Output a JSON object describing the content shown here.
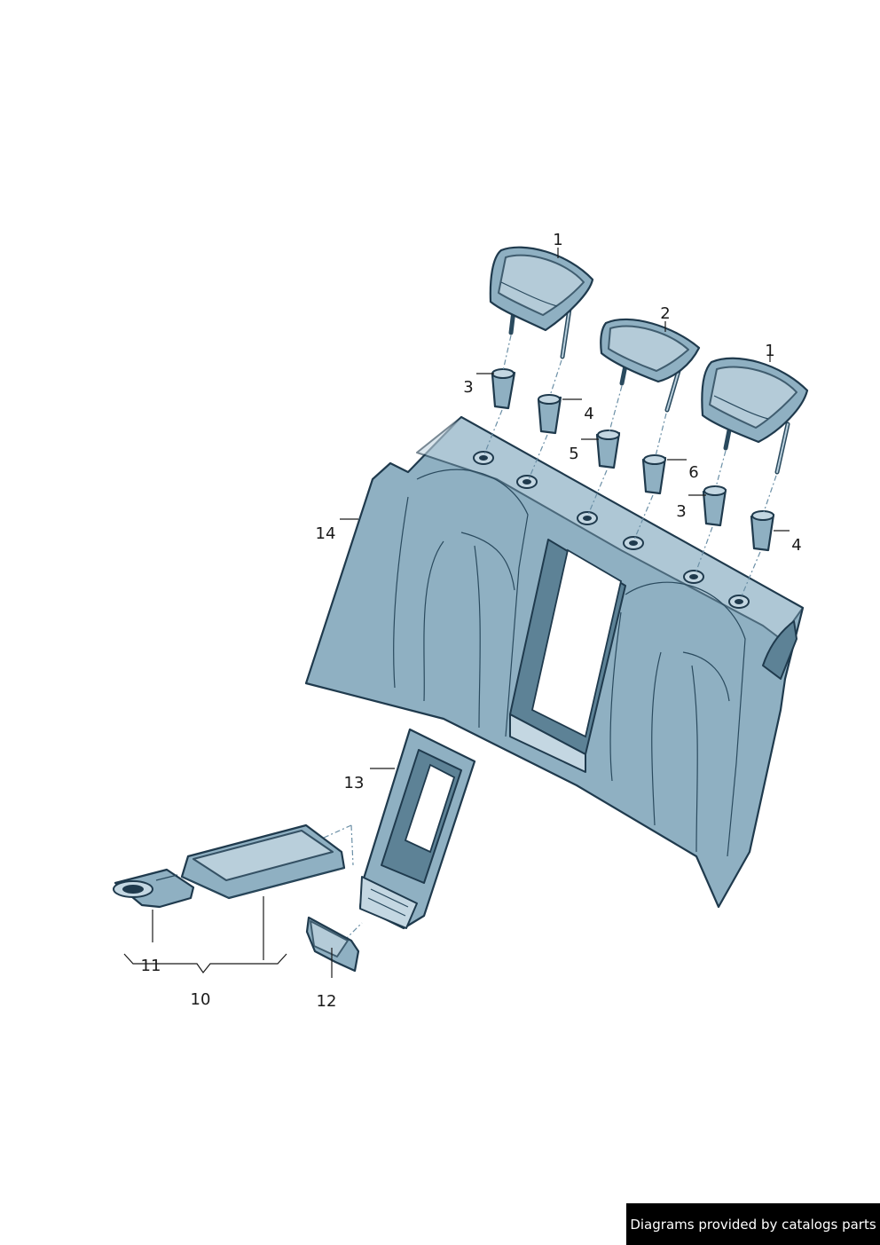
{
  "callouts": {
    "c1a": "1",
    "c2": "2",
    "c1b": "1",
    "c3a": "3",
    "c4a": "4",
    "c5": "5",
    "c6": "6",
    "c3b": "3",
    "c4b": "4",
    "c14": "14",
    "c13": "13",
    "c11": "11",
    "c10": "10",
    "c12": "12"
  },
  "footer": {
    "credit": "Diagrams provided by catalogs parts"
  },
  "colors": {
    "fill": "#8fb0c2",
    "fill_light": "#c4d7e2",
    "outline": "#1f3a4d",
    "footer_bg": "#000000"
  }
}
